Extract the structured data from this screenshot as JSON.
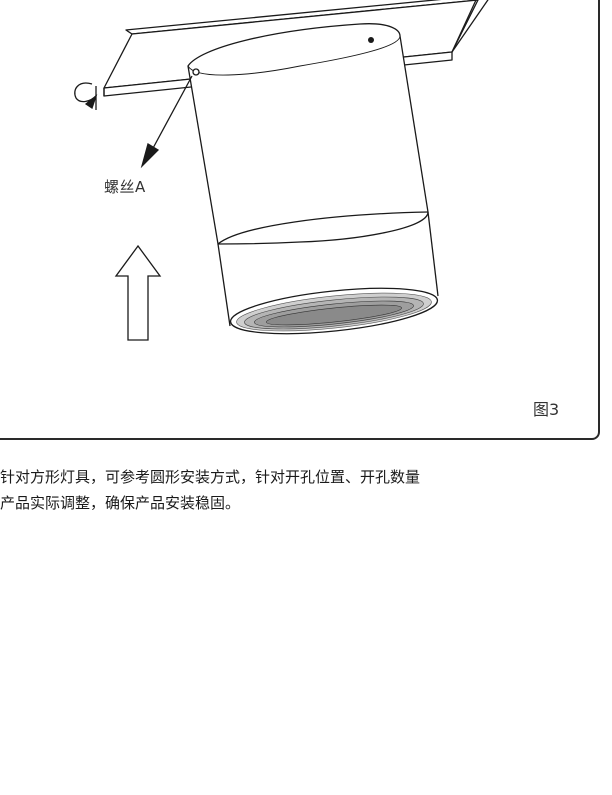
{
  "figure": {
    "callout_label": "螺丝A",
    "caption": "图3"
  },
  "instructions": {
    "line1": "针对方形灯具，可参考圆形安装方式，针对开孔位置、开孔数量",
    "line2": "产品实际调整，确保产品安装稳固。"
  }
}
